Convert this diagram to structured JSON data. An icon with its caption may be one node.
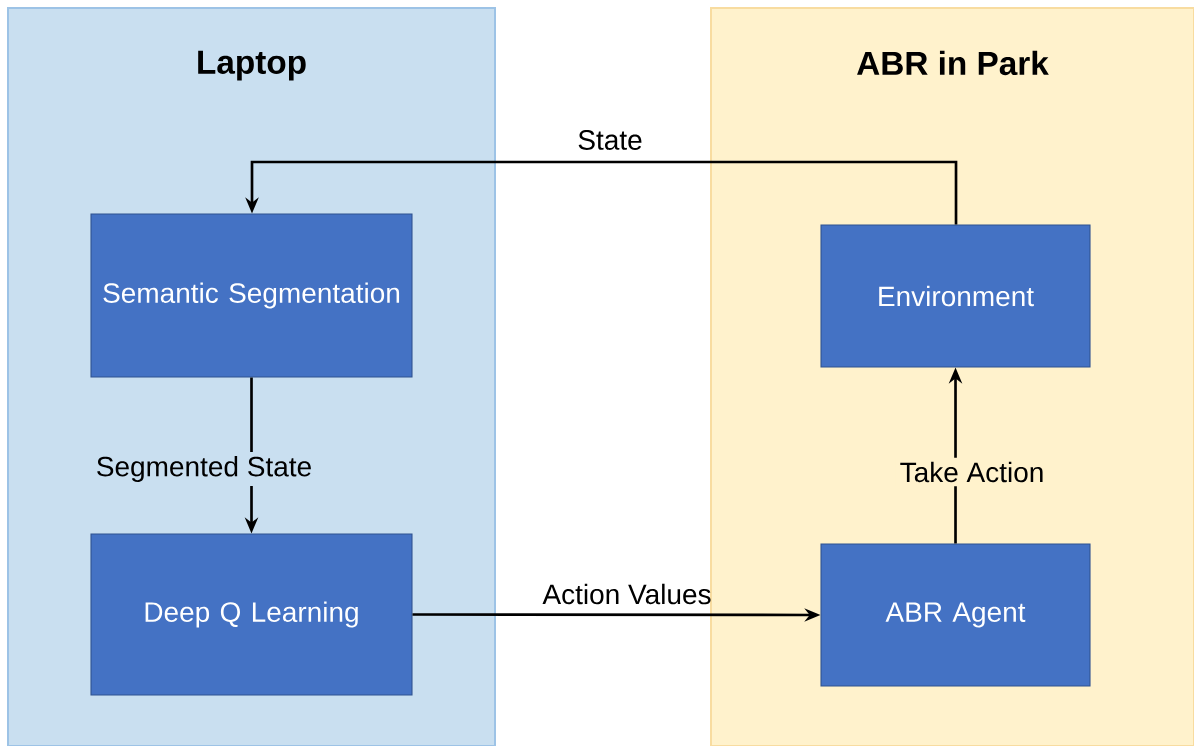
{
  "diagram": {
    "nodes": [
      {
        "text": [
          "Laptop"
        ]
      },
      {
        "text": [
          "ABR in Park"
        ]
      },
      {
        "text": [
          "Semantic Segmentation"
        ],
        "in": 0
      },
      {
        "text": [
          "Deep Q Learning"
        ],
        "in": 0
      },
      {
        "text": [
          "Environment"
        ],
        "in": 1
      },
      {
        "text": [
          "ABR Agent"
        ],
        "in": 1
      }
    ],
    "edges": [
      {
        "from": 4,
        "to": 2,
        "arrow": "to",
        "label": "State"
      },
      {
        "from": 2,
        "to": 3,
        "arrow": "to",
        "label": "Segmented State"
      },
      {
        "from": 3,
        "to": 5,
        "arrow": "to",
        "label": "Action Values"
      },
      {
        "from": 5,
        "to": 4,
        "arrow": "to",
        "label": "Take Action"
      }
    ]
  }
}
